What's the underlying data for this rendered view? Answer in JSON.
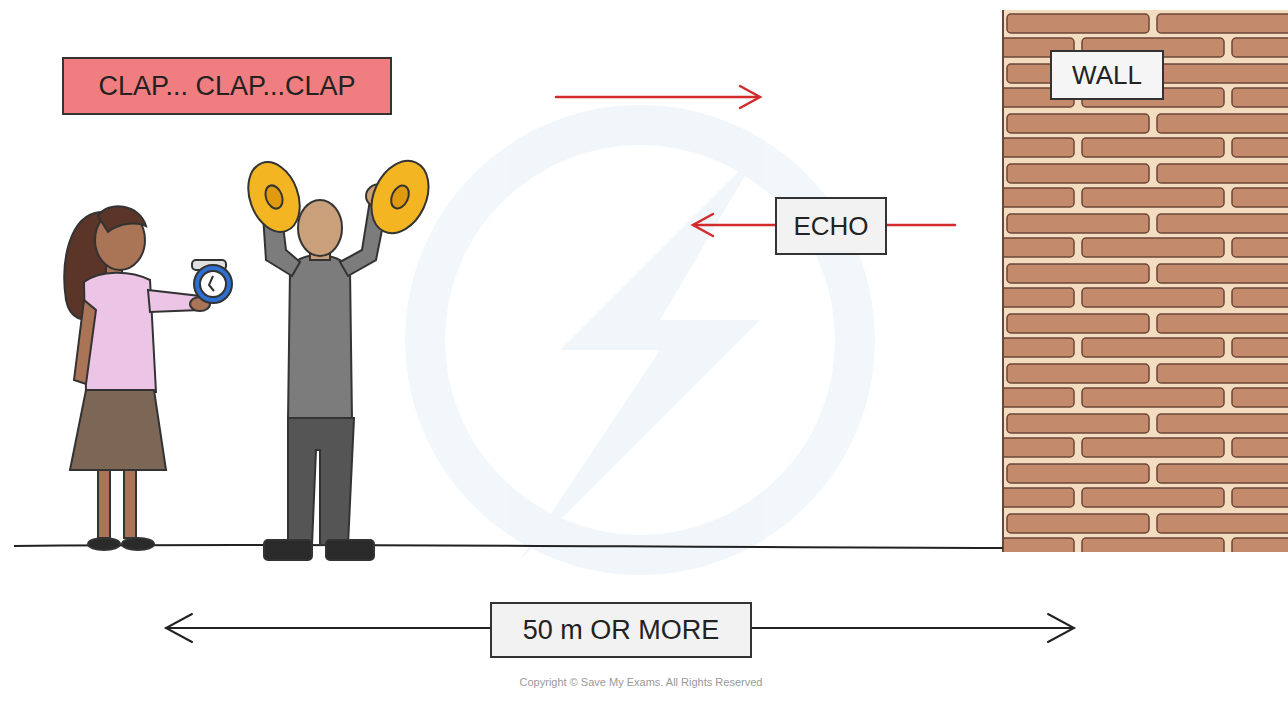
{
  "diagram": {
    "nodes": [
      {
        "text": [
          "CLAP... CLAP...CLAP"
        ]
      },
      {
        "text": [
          "WALL"
        ]
      },
      {
        "text": [
          "ECHO"
        ]
      },
      {
        "text": [
          "50 m OR MORE"
        ]
      }
    ],
    "labels": [
      "Copyright © Save My Exams. All Rights Reserved"
    ]
  }
}
